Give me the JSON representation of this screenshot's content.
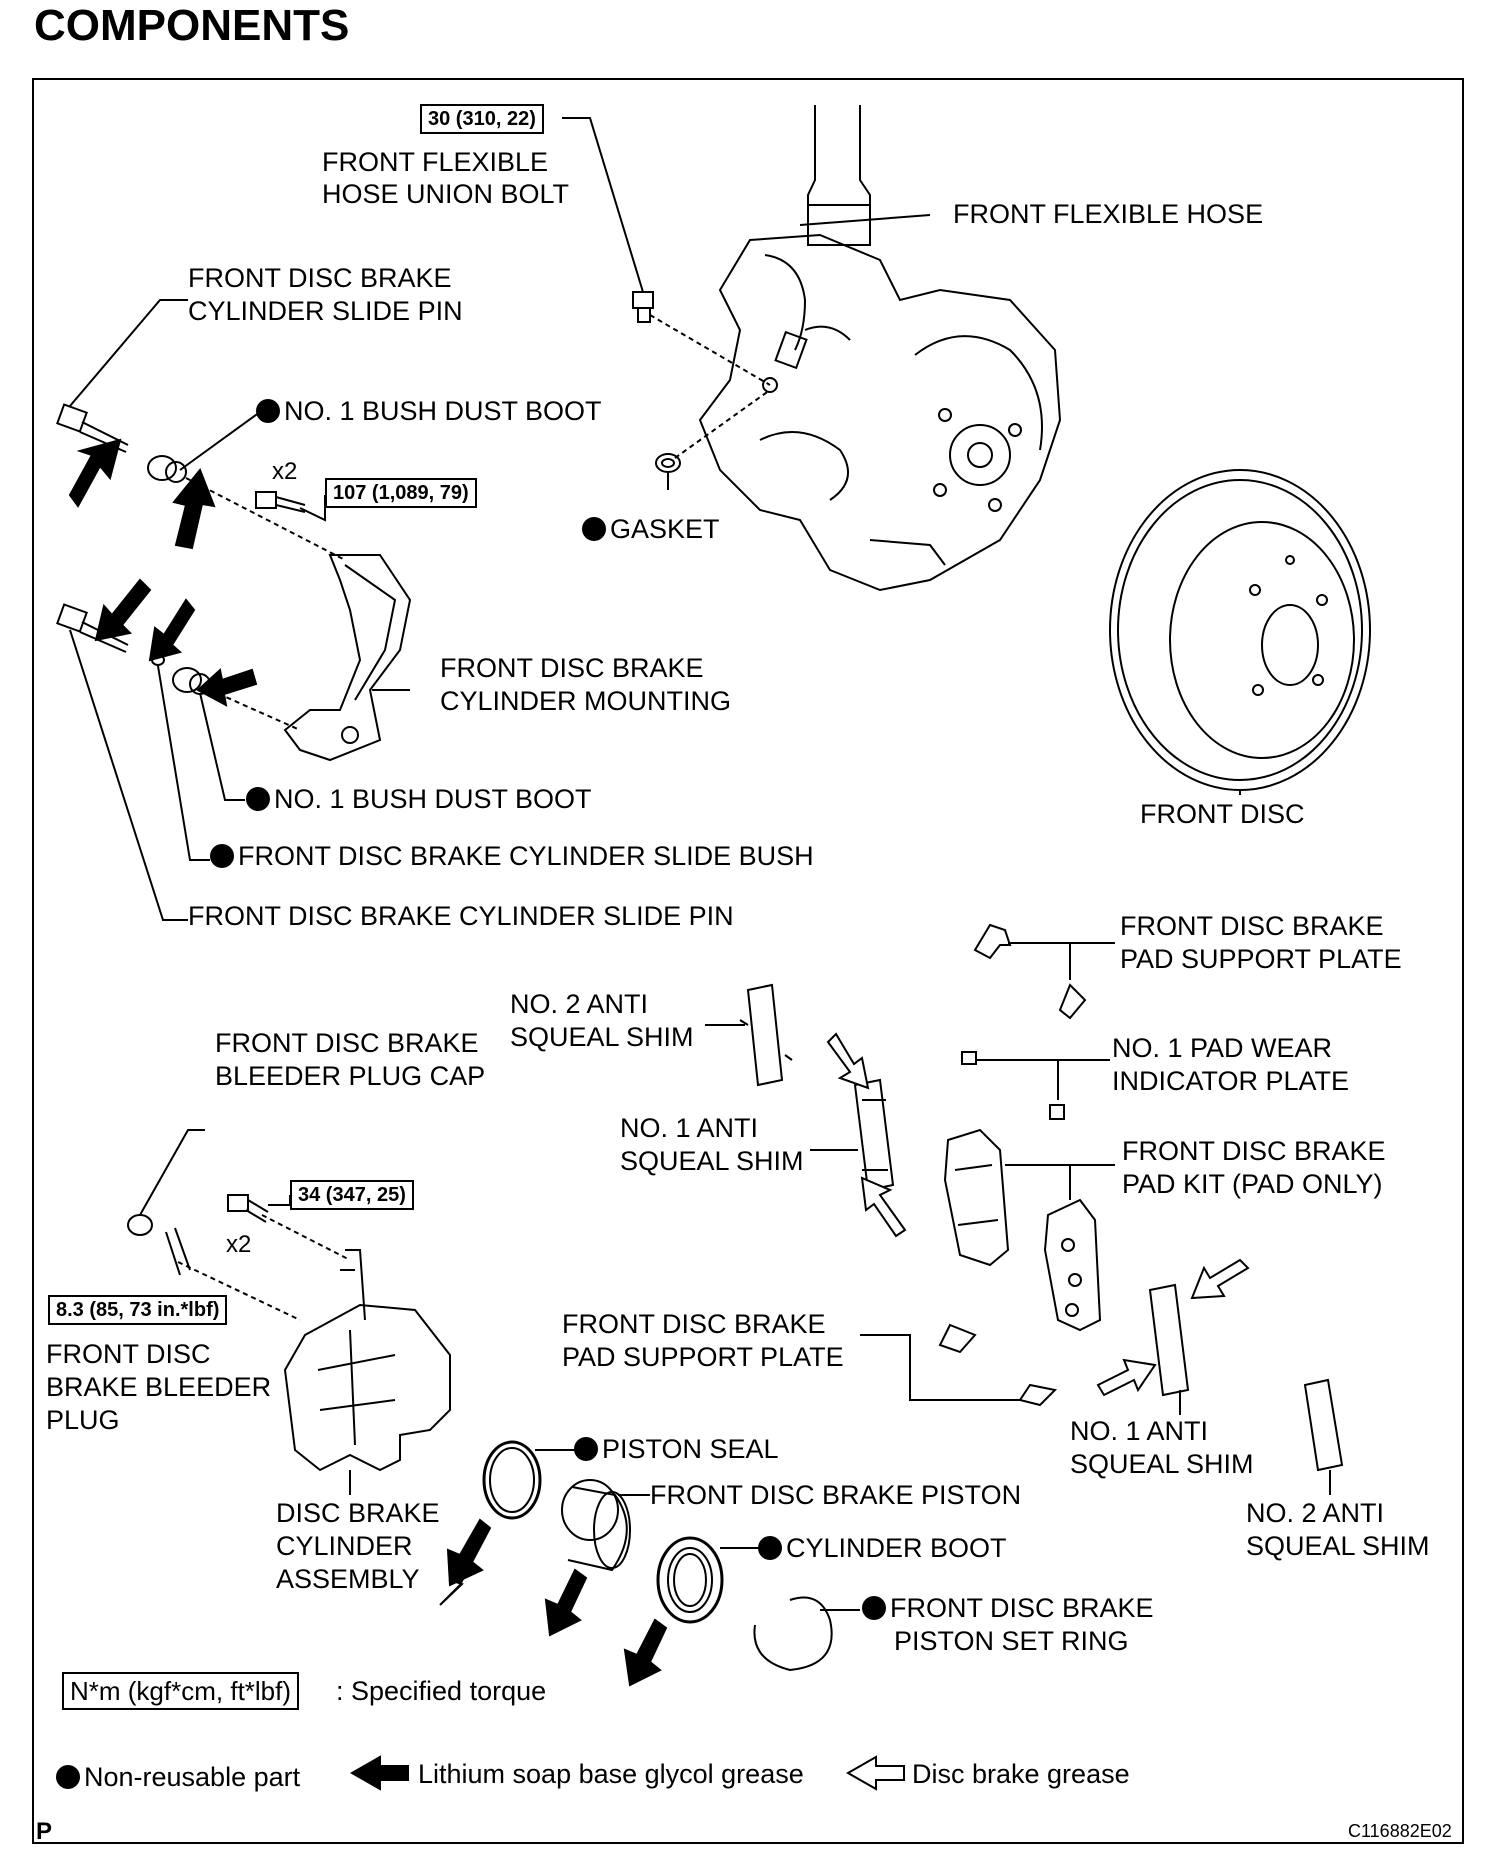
{
  "title": "COMPONENTS",
  "torques": {
    "union_bolt": "30 (310, 22)",
    "mounting_bolt": "107 (1,089, 79)",
    "cylinder_bolt": "34 (347, 25)",
    "bleeder_plug": "8.3 (85, 73 in.*lbf)"
  },
  "multipliers": {
    "mounting": "x2",
    "cylinder": "x2"
  },
  "labels": {
    "hose_union_bolt_1": "FRONT FLEXIBLE",
    "hose_union_bolt_2": "HOSE UNION BOLT",
    "flexible_hose": "FRONT FLEXIBLE HOSE",
    "slide_pin_top_1": "FRONT DISC BRAKE",
    "slide_pin_top_2": "CYLINDER SLIDE PIN",
    "bush_dust_boot_top": "NO. 1 BUSH DUST BOOT",
    "gasket": "GASKET",
    "mounting_1": "FRONT DISC BRAKE",
    "mounting_2": "CYLINDER MOUNTING",
    "bush_dust_boot_bottom": "NO. 1 BUSH DUST BOOT",
    "slide_bush": "FRONT DISC BRAKE CYLINDER SLIDE BUSH",
    "slide_pin_bottom": "FRONT DISC BRAKE CYLINDER SLIDE PIN",
    "front_disc": "FRONT DISC",
    "pad_support_top_1": "FRONT DISC BRAKE",
    "pad_support_top_2": "PAD SUPPORT PLATE",
    "no2_shim_left_1": "NO. 2 ANTI",
    "no2_shim_left_2": "SQUEAL SHIM",
    "wear_indicator_1": "NO. 1 PAD WEAR",
    "wear_indicator_2": "INDICATOR PLATE",
    "bleeder_cap_1": "FRONT DISC BRAKE",
    "bleeder_cap_2": "BLEEDER PLUG CAP",
    "no1_shim_left_1": "NO. 1 ANTI",
    "no1_shim_left_2": "SQUEAL SHIM",
    "pad_kit_1": "FRONT DISC BRAKE",
    "pad_kit_2": "PAD KIT (PAD ONLY)",
    "pad_support_bottom_1": "FRONT DISC BRAKE",
    "pad_support_bottom_2": "PAD SUPPORT PLATE",
    "bleeder_plug_1": "FRONT DISC",
    "bleeder_plug_2": "BRAKE BLEEDER",
    "bleeder_plug_3": "PLUG",
    "no1_shim_right_1": "NO. 1 ANTI",
    "no1_shim_right_2": "SQUEAL SHIM",
    "piston_seal": "PISTON SEAL",
    "piston": "FRONT DISC BRAKE PISTON",
    "cylinder_assy_1": "DISC BRAKE",
    "cylinder_assy_2": "CYLINDER",
    "cylinder_assy_3": "ASSEMBLY",
    "cylinder_boot": "CYLINDER BOOT",
    "no2_shim_right_1": "NO. 2 ANTI",
    "no2_shim_right_2": "SQUEAL SHIM",
    "set_ring_1": "FRONT DISC BRAKE",
    "set_ring_2": "PISTON SET RING"
  },
  "legend": {
    "torque_unit": "N*m (kgf*cm, ft*lbf)",
    "torque_text": ": Specified torque",
    "non_reusable": "Non-reusable part",
    "lithium": "Lithium soap base glycol grease",
    "disc_grease": "Disc brake grease"
  },
  "footer": {
    "left": "P",
    "code": "C116882E02"
  }
}
